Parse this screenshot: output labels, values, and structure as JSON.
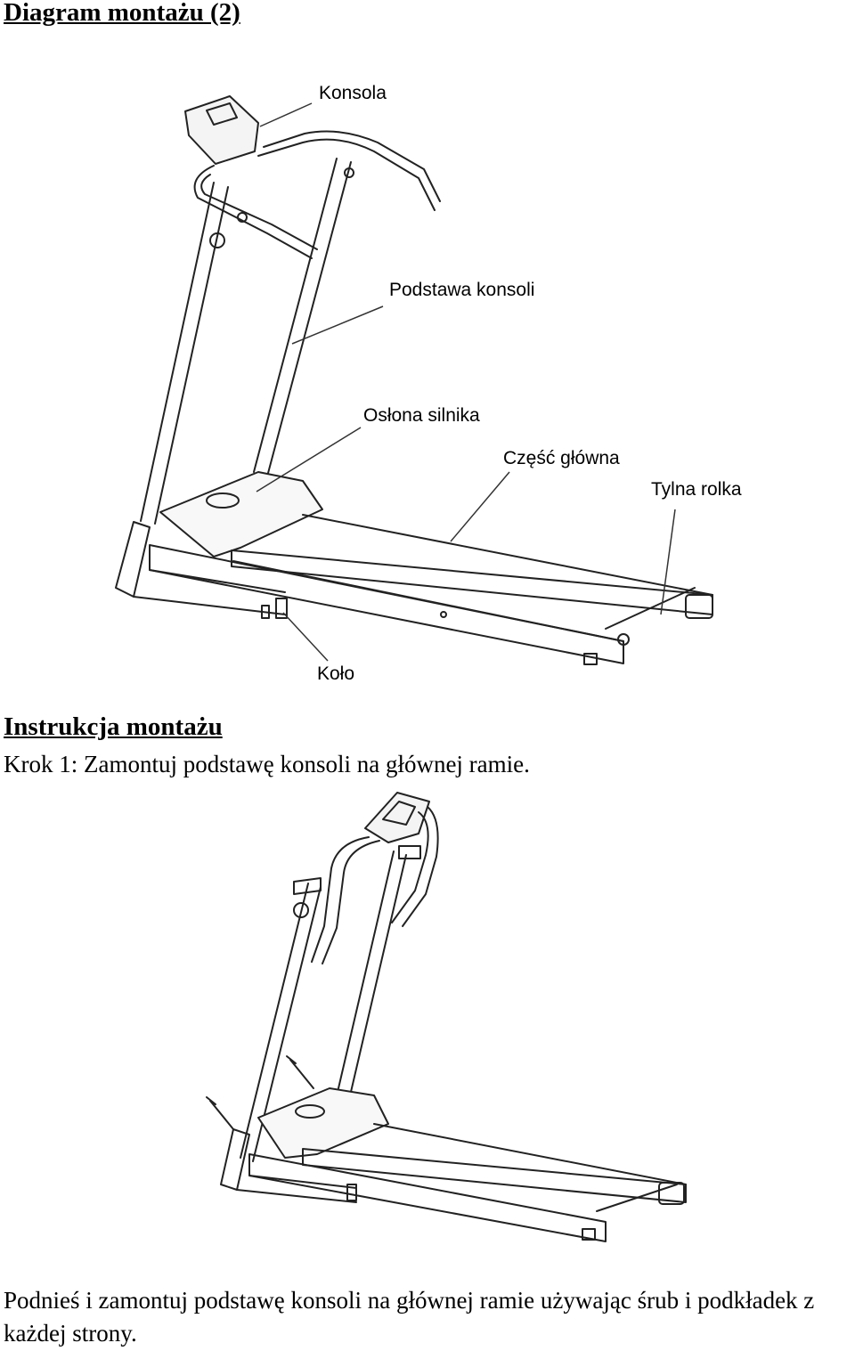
{
  "page": {
    "title": "Diagram montażu (2)"
  },
  "diagram1": {
    "labels": {
      "console": "Konsola",
      "console_base": "Podstawa konsoli",
      "motor_cover": "Osłona silnika",
      "main_part": "Część główna",
      "rear_roller": "Tylna rolka",
      "wheel": "Koło"
    }
  },
  "instructions": {
    "heading": "Instrukcja montażu",
    "step1": "Krok 1: Zamontuj podstawę konsoli na głównej ramie.",
    "step1_caption": "Podnieś i zamontuj podstawę konsoli na głównej ramie używając śrub i podkładek z każdej strony."
  }
}
